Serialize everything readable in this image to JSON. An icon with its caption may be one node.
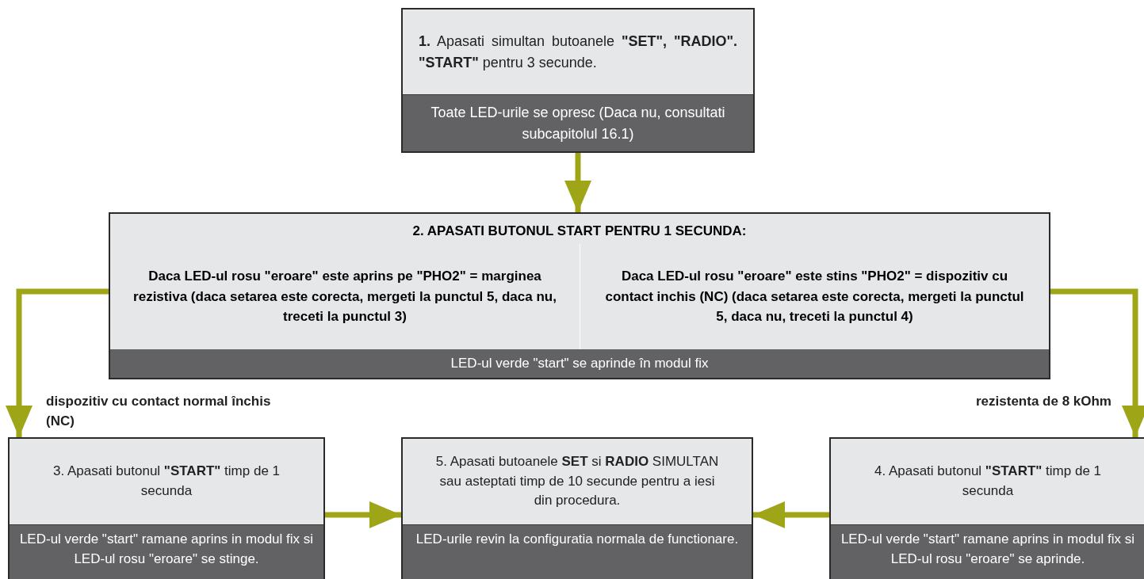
{
  "diagram": {
    "nodes": [
      {
        "text": [
          "**1.** Apasati simultan butoanele **\"SET\", \"RADIO\". \"START\"** pentru 3 secunde.",
          "Toate LED-urile se opresc (Daca nu, consultati subcapitolul 16.1)"
        ]
      },
      {
        "text": [
          "2. APASATI BUTONUL START PENTRU 1 SECUNDA:",
          "Daca LED-ul rosu \"eroare\" este aprins pe \"PHO2\" = marginea rezistiva (daca setarea este corecta, mergeti la punctul 5, daca nu, treceti la punctul 3)",
          "Daca LED-ul rosu \"eroare\" este stins \"PHO2\" = dispozitiv cu contact inchis (NC) (daca setarea este corecta, mergeti la punctul 5, daca nu, treceti la punctul 4)",
          "LED-ul verde \"start\" se aprinde în modul fix"
        ]
      },
      {
        "text": [
          "3. Apasati butonul **\"START\"** timp de 1 secunda",
          "LED-ul verde \"start\" ramane aprins in modul fix si LED-ul rosu \"eroare\" se stinge."
        ]
      },
      {
        "text": [
          "5. Apasati butoanele **SET** si **RADIO** SIMULTAN sau asteptati timp de 10 secunde pentru a iesi din procedura.",
          "LED-urile revin la configuratia normala de functionare."
        ]
      },
      {
        "text": [
          "4. Apasati butonul **\"START\"** timp de 1 secunda",
          "LED-ul verde \"start\" ramane aprins in modul fix si LED-ul rosu \"eroare\" se aprinde."
        ]
      }
    ],
    "edges": [
      {
        "from": 0,
        "to": 1,
        "arrow": "to"
      },
      {
        "from": 1,
        "to": 2,
        "arrow": "to",
        "label": "dispozitiv cu contact normal închis (NC)"
      },
      {
        "from": 1,
        "to": 4,
        "arrow": "to",
        "label": "rezistenta de 8 kOhm"
      },
      {
        "from": 2,
        "to": 3,
        "arrow": "to"
      },
      {
        "from": 4,
        "to": 3,
        "arrow": "to"
      }
    ]
  }
}
